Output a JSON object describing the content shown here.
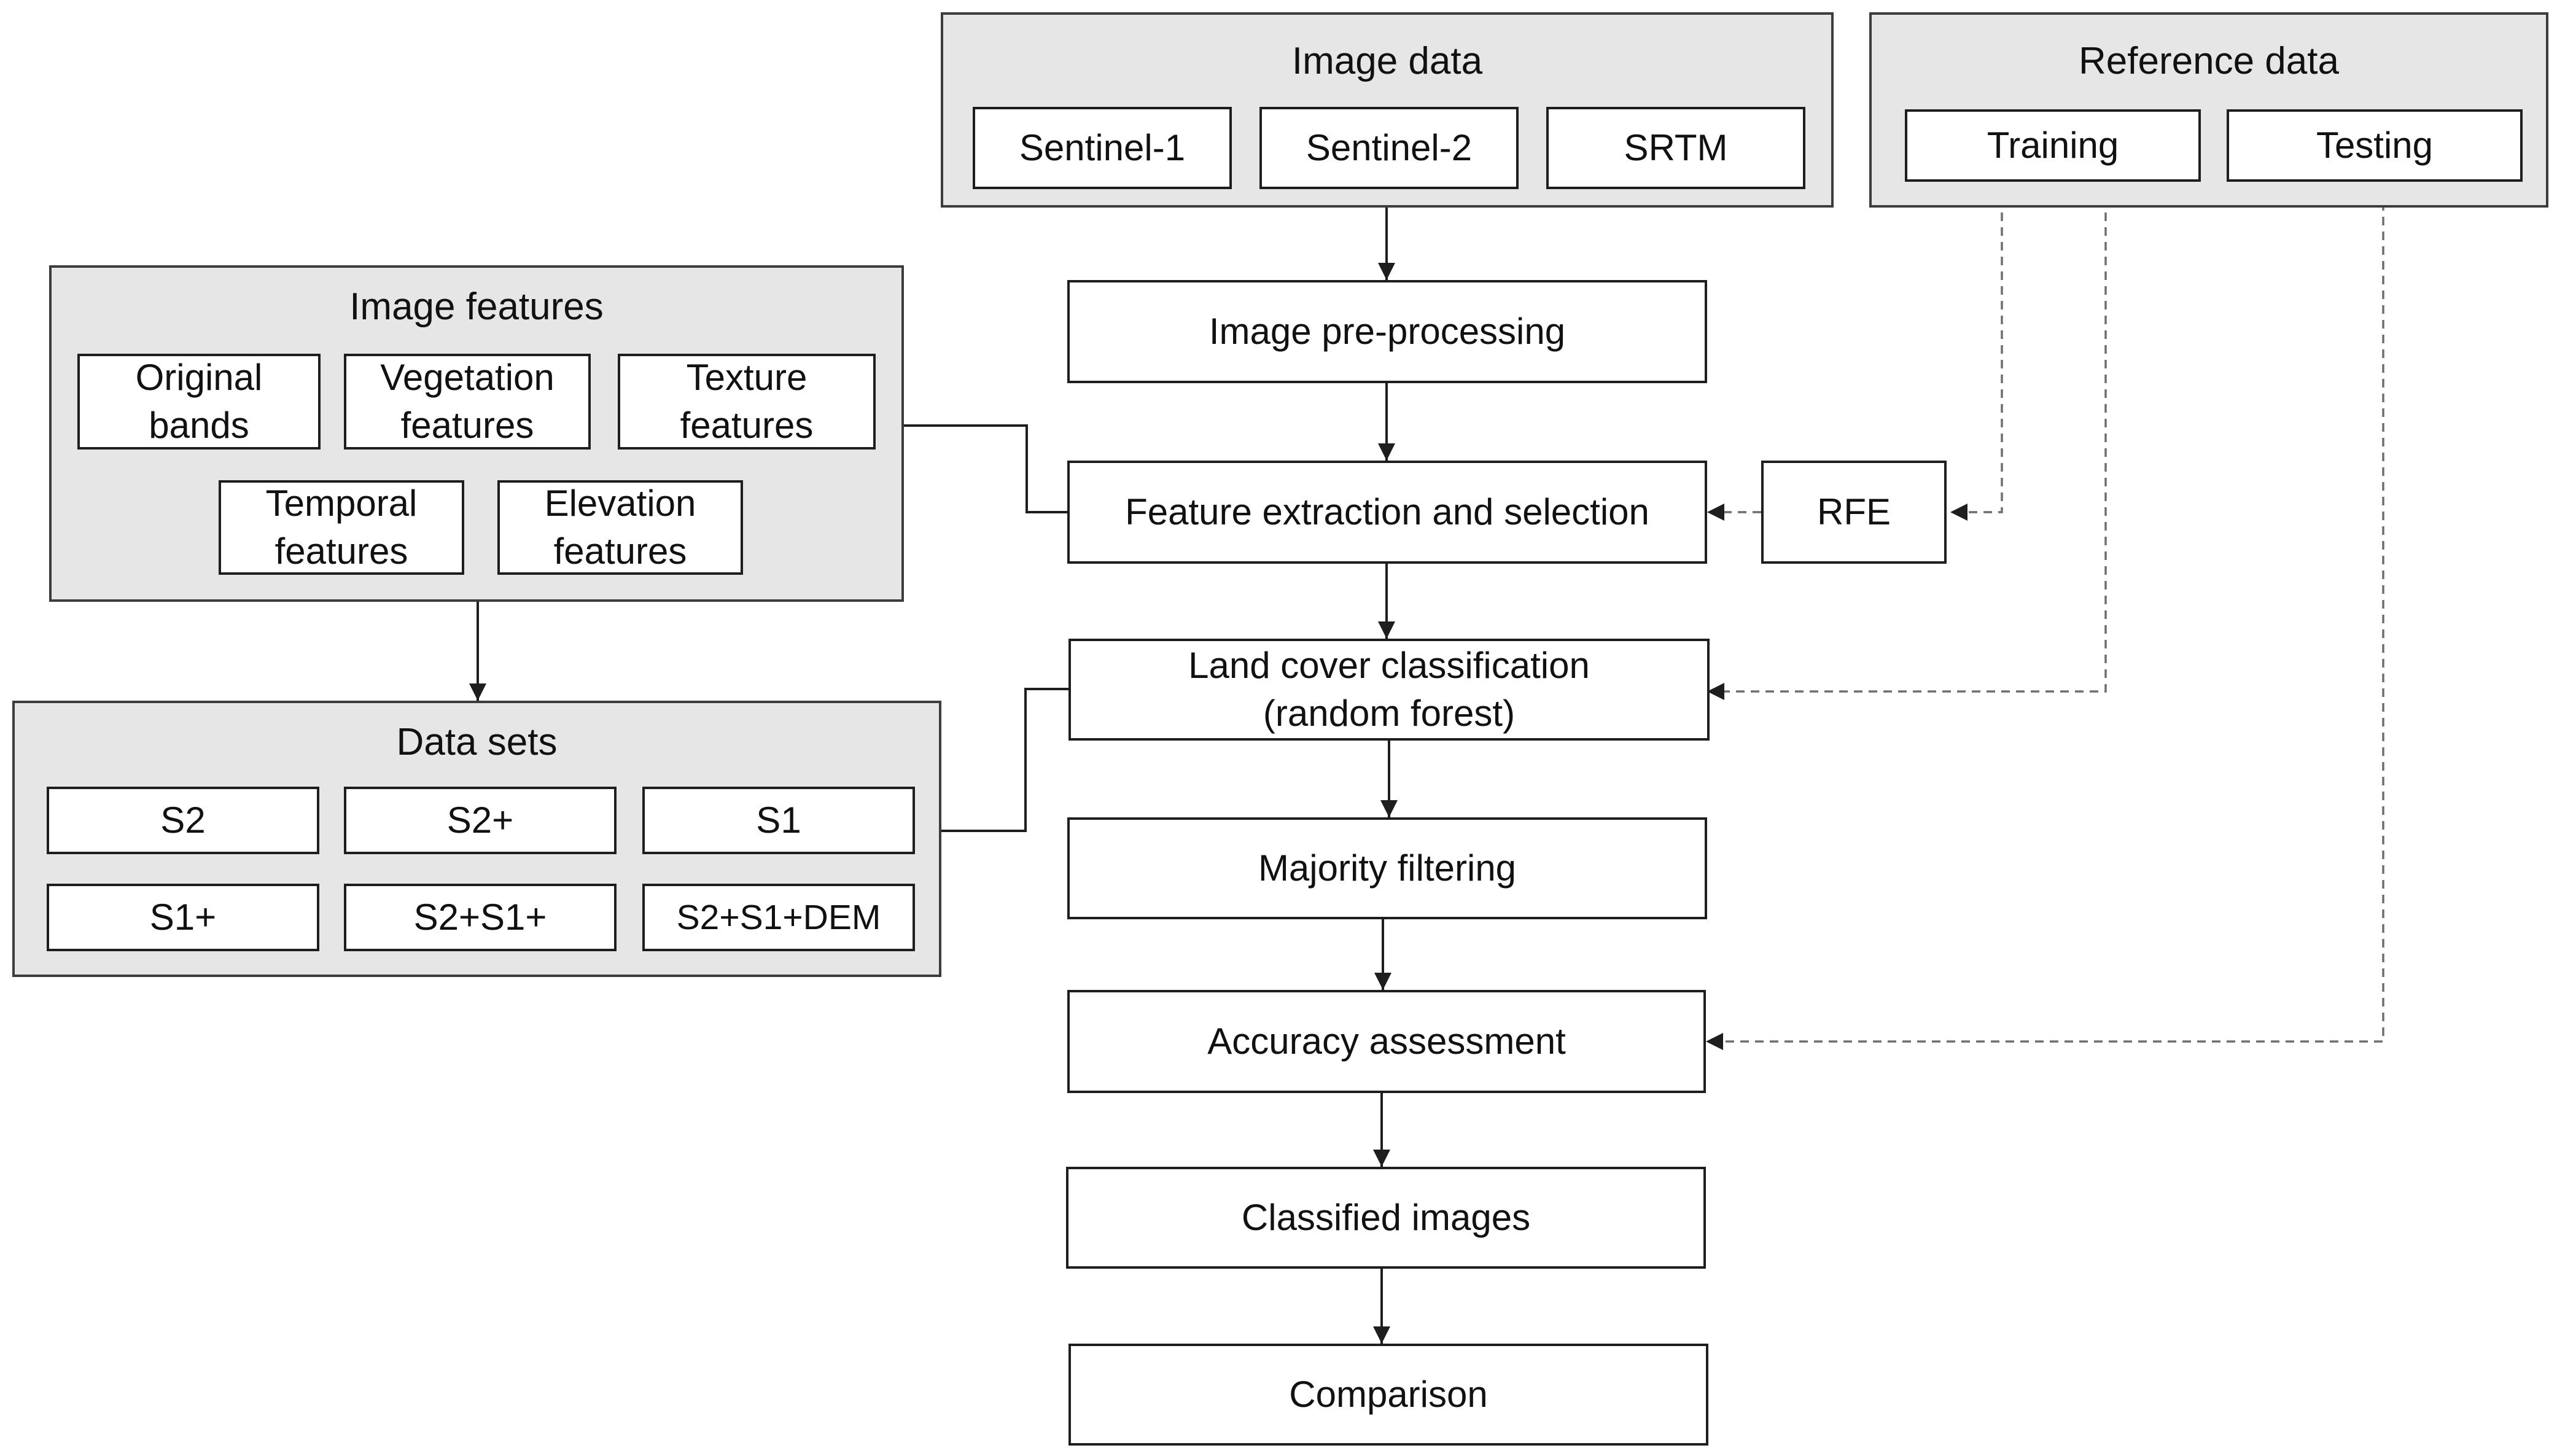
{
  "image_data": {
    "title": "Image data",
    "items": [
      "Sentinel-1",
      "Sentinel-2",
      "SRTM"
    ]
  },
  "reference_data": {
    "title": "Reference data",
    "items": [
      "Training",
      "Testing"
    ]
  },
  "image_features": {
    "title": "Image features",
    "items": [
      "Original\nbands",
      "Vegetation\nfeatures",
      "Texture\nfeatures",
      "Temporal\nfeatures",
      "Elevation\nfeatures"
    ]
  },
  "data_sets": {
    "title": "Data sets",
    "items": [
      "S2",
      "S2+",
      "S1",
      "S1+",
      "S2+S1+",
      "S2+S1+DEM"
    ]
  },
  "process": {
    "preprocessing": "Image pre-processing",
    "feature_extraction": "Feature extraction and selection",
    "rfe": "RFE",
    "classification": "Land cover classification\n(random forest)",
    "majority_filtering": "Majority filtering",
    "accuracy": "Accuracy assessment",
    "classified": "Classified images",
    "comparison": "Comparison"
  },
  "colors": {
    "group_fill": "#e6e6e6",
    "box_fill": "#ffffff",
    "line": "#1e1e1e",
    "dashed_line": "#6e6e6e"
  }
}
